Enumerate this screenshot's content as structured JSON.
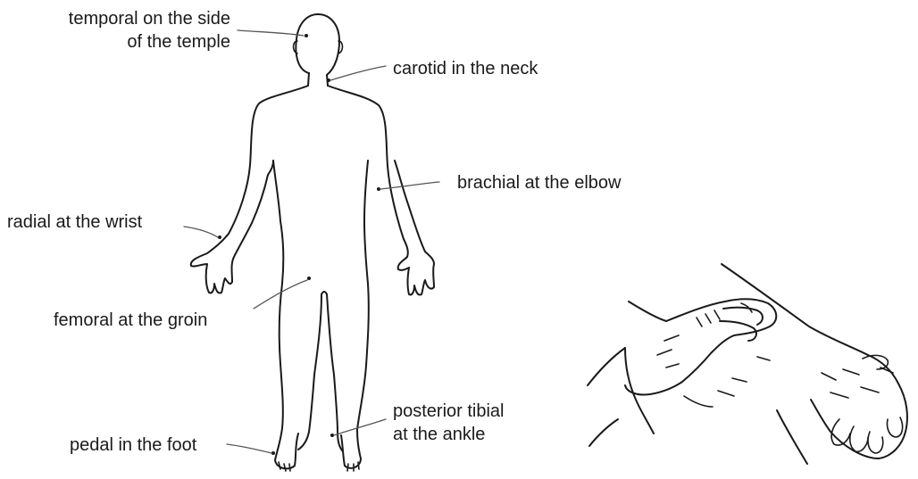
{
  "labels": {
    "temporal_line1": "temporal on the side",
    "temporal_line2": "of the temple",
    "carotid": "carotid in the neck",
    "brachial": "brachial at the elbow",
    "radial": "radial at the wrist",
    "femoral": "femoral at the groin",
    "posterior_tibial_line1": "posterior tibial",
    "posterior_tibial_line2": "at the ankle",
    "pedal": "pedal in the foot"
  },
  "colors": {
    "ink": "#1a1a1a",
    "background": "#ffffff"
  },
  "figures": {
    "body": "human-body-outline",
    "hand": "hand-taking-radial-pulse"
  }
}
